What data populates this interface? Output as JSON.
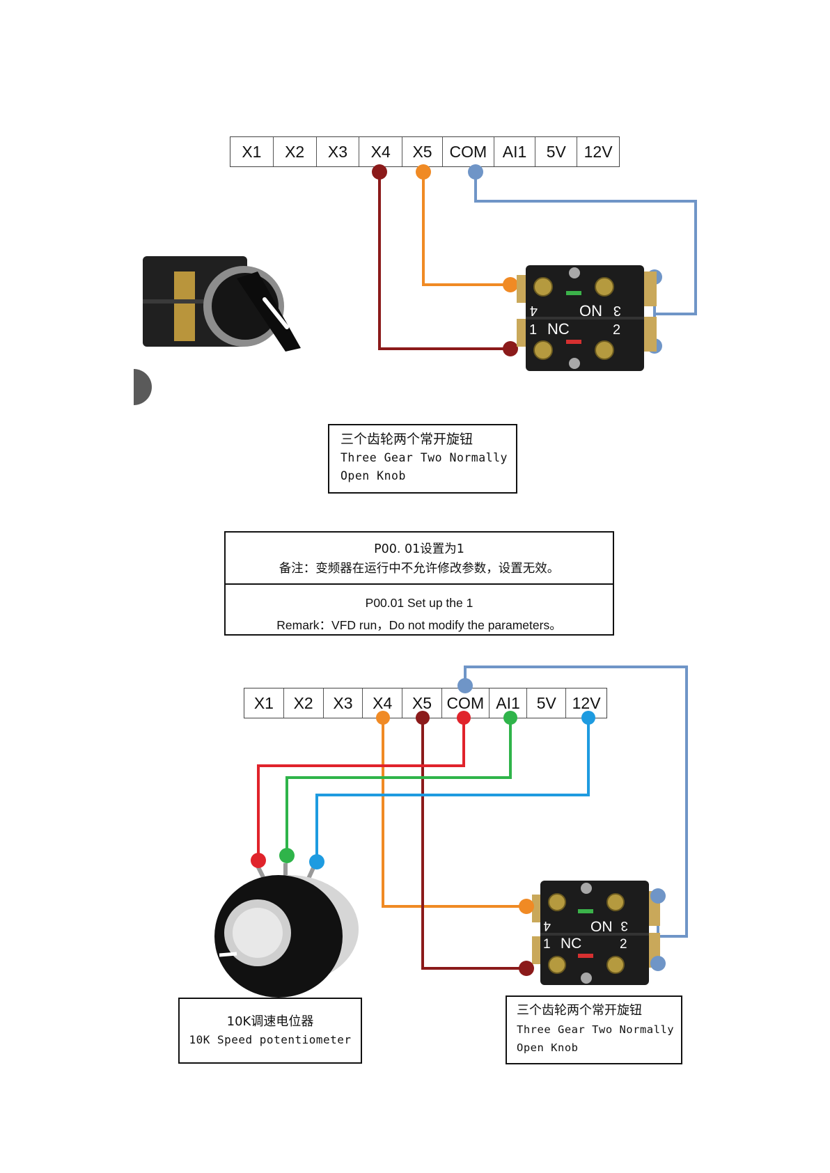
{
  "diagram1": {
    "terminals": [
      "X1",
      "X2",
      "X3",
      "X4",
      "X5",
      "COM",
      "AI1",
      "5V",
      "12V"
    ],
    "switch_labels": {
      "on": "ON",
      "nc": "NC",
      "n1": "1",
      "n2": "2",
      "n3": "3",
      "n4": "4"
    },
    "caption": {
      "cn": "三个齿轮两个常开旋钮",
      "en_line1": "Three Gear Two Normally",
      "en_line2": "Open Knob"
    }
  },
  "note": {
    "cn_line1": "P00. 01设置为1",
    "cn_line2": "备注：变频器在运行中不允许修改参数，设置无效。",
    "en_line1": "P00.01 Set up the 1",
    "en_line2": "Remark：VFD run，Do not modify the parameters。"
  },
  "diagram2": {
    "terminals": [
      "X1",
      "X2",
      "X3",
      "X4",
      "X5",
      "COM",
      "AI1",
      "5V",
      "12V"
    ],
    "switch_labels": {
      "on": "ON",
      "nc": "NC",
      "n1": "1",
      "n2": "2",
      "n3": "3",
      "n4": "4"
    },
    "pot_caption": {
      "cn": "10K调速电位器",
      "en": "10K Speed potentiometer"
    },
    "caption": {
      "cn": "三个齿轮两个常开旋钮",
      "en_line1": "Three Gear Two Normally",
      "en_line2": "Open Knob"
    }
  },
  "colors": {
    "dark_red": "#8b1a1a",
    "orange": "#f08a24",
    "steel_blue": "#6f95c7",
    "red": "#e0232b",
    "green": "#2fb44a",
    "sky_blue": "#1e9be0"
  }
}
